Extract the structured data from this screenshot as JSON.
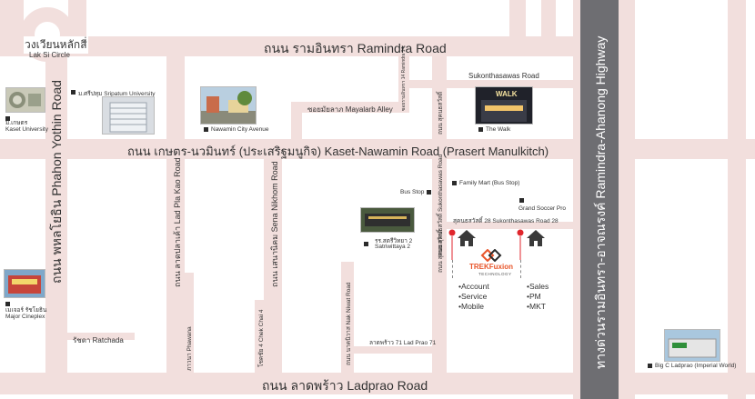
{
  "map": {
    "roads": {
      "ramindra": "ถนน รามอินทรา Ramindra Road",
      "kaset_nawamin": "ถนน เกษตร-นวมินทร์ (ประเสริฐมนูกิจ) Kaset-Nawamin Road (Prasert Manulkitch)",
      "ladprao": "ถนน ลาดพร้าว Ladprao Road",
      "phahon_yothin": "ถนน พหลโยธิน  Phahon Yothin Road",
      "highway": "ทางด่วนรามอินทรา-อาจณรงค์ Ramindra-Ahanong Highway",
      "lad_pla_kao": "ถนน ลาดปลาเค้า Lad Pla Kao Road",
      "sena_nikhom": "ถนน เสนานิคม Sena Nikhom Road",
      "ramindra_14": "ซอยรามอินทรา 14 Ramindra 14",
      "mayalarb": "ซอยมัยลาภ Mayalarb Alley",
      "sukonthasawas_top": "Sukonthasawas Road",
      "sukonthasawas_v1": "ถนน สุคนธสวัสดิ์",
      "sukonthasawas_v2": "ถนน สุคนธสวัสดิ์ Sukonthasawas Road",
      "sukonthasawas_v3": "ถนน สุคนธสวัสดิ์",
      "sukonthasawas_28": "สุคนธสวัสดิ์ 28 Sukonthasawas Road 28",
      "nak_niwat": "ถนน นาคนิวาส Nak Niwat Road",
      "ladprao_71": "ลาดพร้าว 71 Lad Prao 71",
      "chek_chai_4": "โชคชัย 4 Chek Chai 4",
      "phawana": "ภาวนา Phawana",
      "ratchada": "รัชดา Ratchada"
    },
    "places": {
      "lak_si_thai": "วงเวียนหลักสี่",
      "lak_si_en": "Lak Si Circle",
      "kaset_thai": "ม.เกษตร",
      "kaset_en": "Kaset University",
      "sripatum": "ม.ศรีปทุม Sripatum University",
      "nawamin_city": "Nawamin City Avenue",
      "the_walk": "The Walk",
      "bus_stop": "Bus Stop",
      "family_mart": "Family Mart (Bus Stop)",
      "soccer": "Grand Soccer Pro",
      "school_thai": "รร.สตรีวิทยา 2",
      "school_en": "Satriwittaya 2",
      "major_thai": "เมเจอร์ รัชโยธิน",
      "major_en": "Major Cineplex",
      "big_c": "Big C Ladprao (Imperial World)",
      "walk_sign": "WALK"
    },
    "company": {
      "name": "TREKFuxion",
      "tagline": "TECHNOLOGY",
      "left_list": [
        "Account",
        "Service",
        "Mobile"
      ],
      "right_list": [
        "Sales",
        "PM",
        "MKT"
      ]
    },
    "colors": {
      "road": "#f2dfdd",
      "highway": "#6e6e72",
      "pin": "#e0262c",
      "logo_accent": "#e8552a"
    }
  }
}
